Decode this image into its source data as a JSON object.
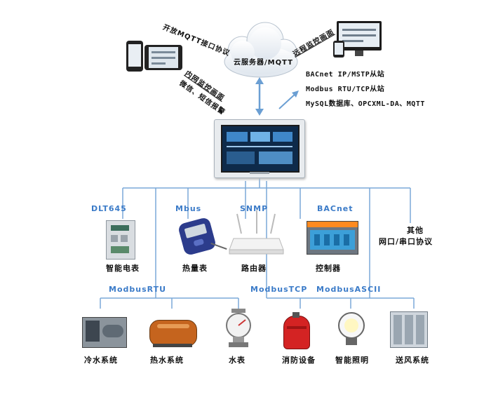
{
  "cloud": {
    "label": "云服务器/MQTT",
    "left_text": "开放MQTT接口协议",
    "right_text": "远程监控画面",
    "lower_left_line1": "内网监控画面",
    "lower_left_line2": "微信、短信报警"
  },
  "uplink_protocols": [
    "BACnet IP/MSTP从站",
    "Modbus RTU/TCP从站",
    "MySQL数据库、OPCXML-DA、MQTT"
  ],
  "protocols": {
    "dlt645": "DLT645",
    "mbus": "Mbus",
    "snmp": "SNMP",
    "bacnet": "BACnet",
    "other_line1": "其他",
    "other_line2": "网口/串口协议",
    "modbus_rtu": "ModbusRTU",
    "modbus_tcp": "ModbusTCP",
    "modbus_ascii": "ModbusASCII"
  },
  "devices_row1": [
    {
      "label": "智能电表"
    },
    {
      "label": "热量表"
    },
    {
      "label": "路由器"
    },
    {
      "label": "控制器"
    }
  ],
  "devices_row2": [
    {
      "label": "冷水系统"
    },
    {
      "label": "热水系统"
    },
    {
      "label": "水表"
    },
    {
      "label": "消防设备"
    },
    {
      "label": "智能照明"
    },
    {
      "label": "送风系统"
    }
  ],
  "colors": {
    "line": "#7aa9d8",
    "proto_text": "#3b7bc8"
  }
}
